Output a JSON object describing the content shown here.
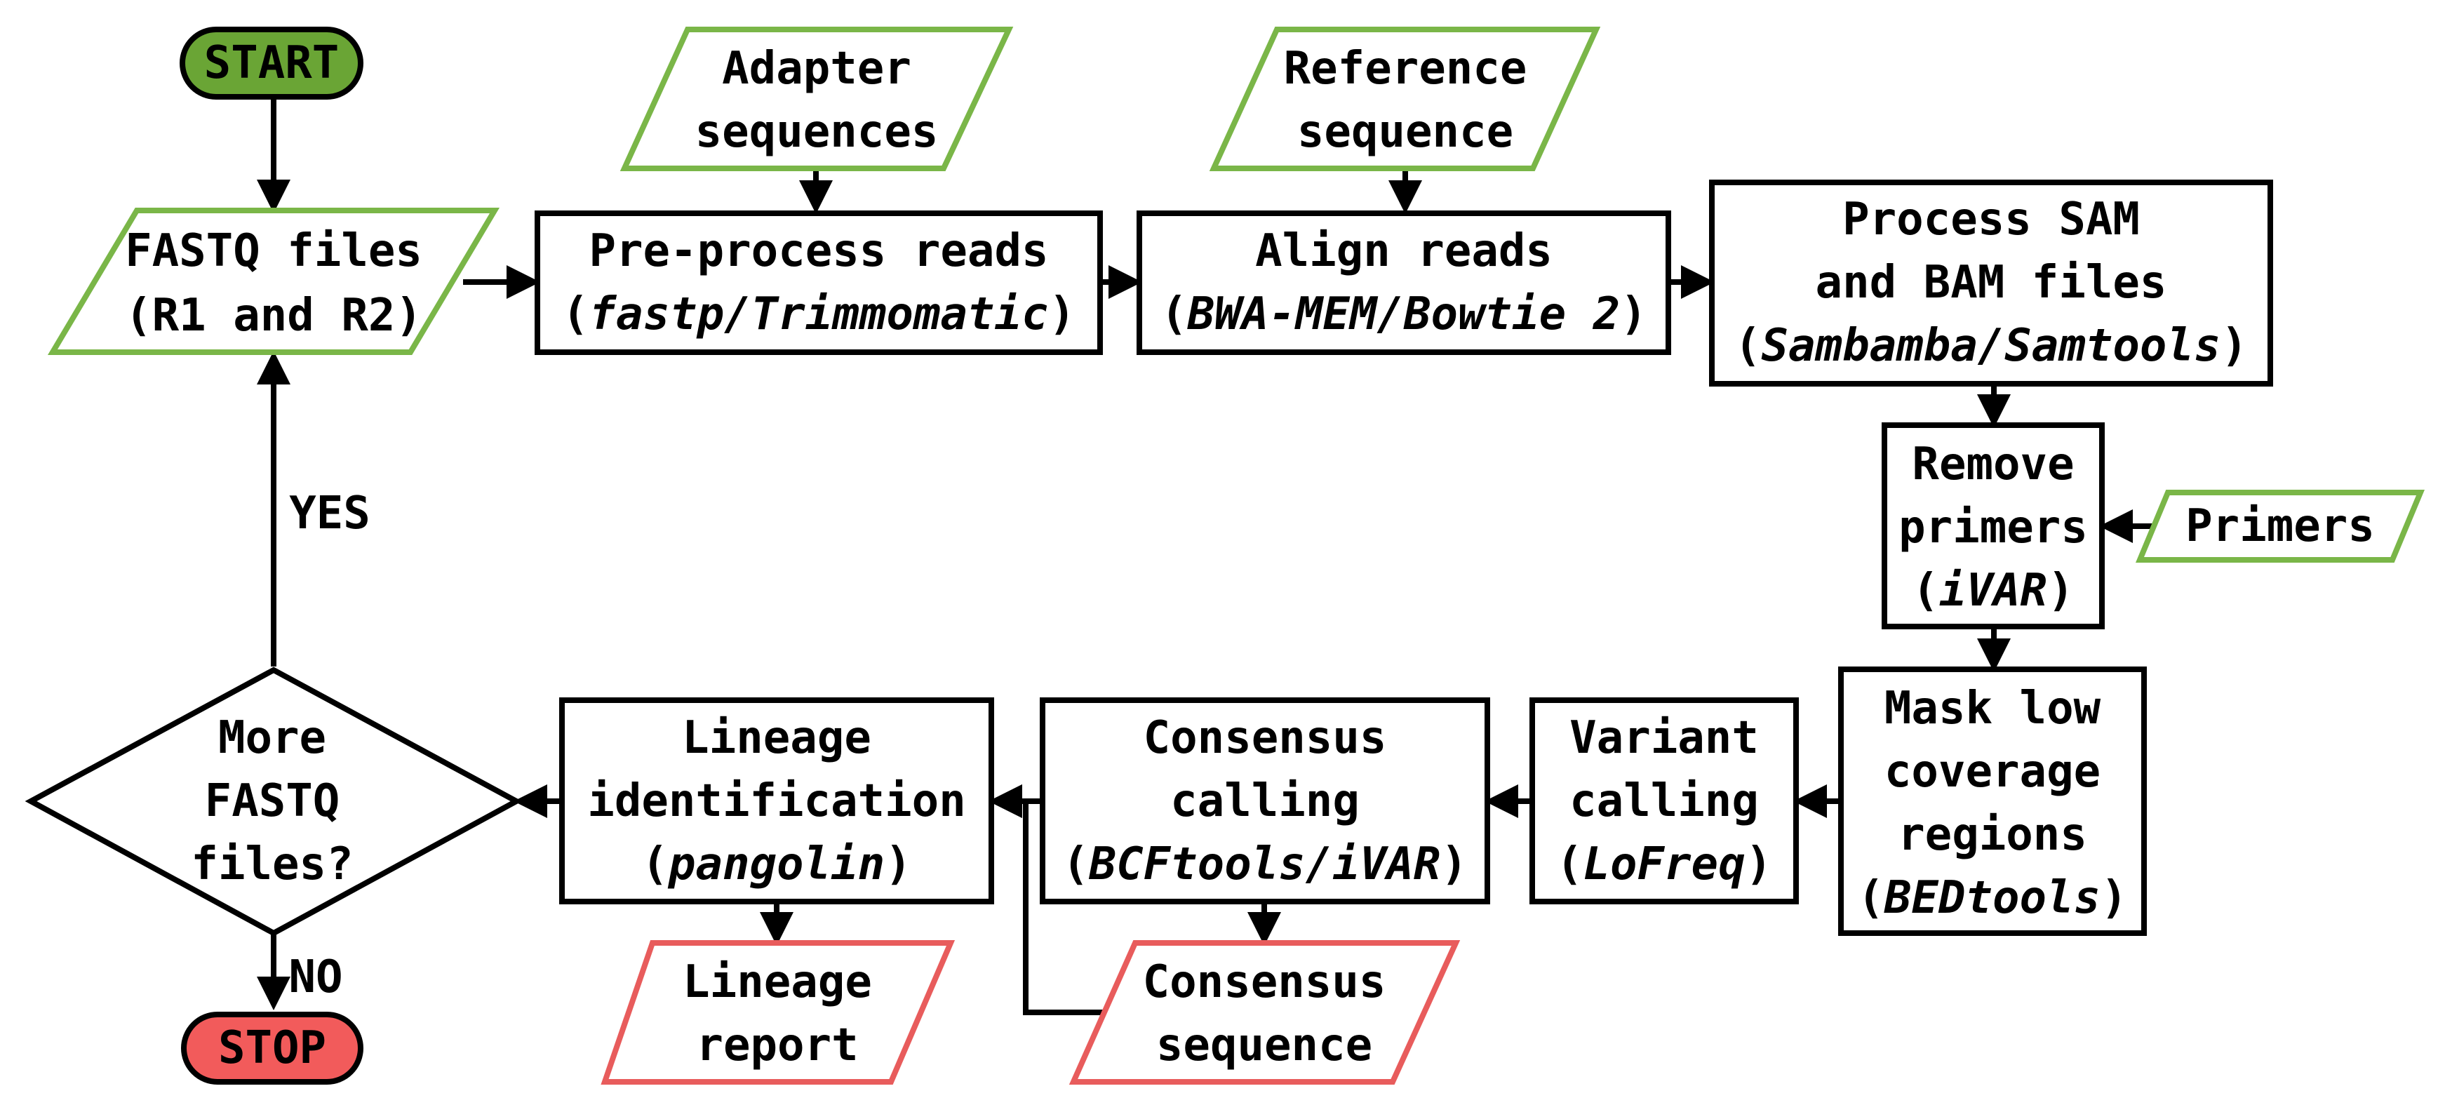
{
  "start_label": "START",
  "stop_label": "STOP",
  "inputs": {
    "fastq": [
      "FASTQ files",
      "(R1 and R2)"
    ],
    "adapter": [
      "Adapter",
      "sequences"
    ],
    "reference": [
      "Reference",
      "sequence"
    ],
    "primers": [
      "Primers"
    ]
  },
  "steps": {
    "preprocess": {
      "line1": "Pre-process reads",
      "tool": "fastp/Trimmomatic"
    },
    "align": {
      "line1": "Align reads",
      "tool": "BWA-MEM/Bowtie 2"
    },
    "process_sam": {
      "line1": "Process SAM",
      "line2": "and BAM files",
      "tool": "Sambamba/Samtools"
    },
    "remove_primers": {
      "line1": "Remove",
      "line2": "primers",
      "tool": "iVAR"
    },
    "mask": {
      "line1": "Mask low",
      "line2": "coverage",
      "line3": "regions",
      "tool": "BEDtools"
    },
    "variant": {
      "line1": "Variant",
      "line2": "calling",
      "tool": "LoFreq"
    },
    "consensus": {
      "line1": "Consensus",
      "line2": "calling",
      "tool": "BCFtools/iVAR"
    },
    "lineage": {
      "line1": "Lineage",
      "line2": "identification",
      "tool": "pangolin"
    }
  },
  "decision": {
    "lines": [
      "More",
      "FASTQ",
      "files?"
    ],
    "yes": "YES",
    "no": "NO"
  },
  "outputs": {
    "lineage_report": [
      "Lineage",
      "report"
    ],
    "consensus_sequence": [
      "Consensus",
      "sequence"
    ]
  },
  "colors": {
    "input_border": "#7ab648",
    "output_border": "#e85c5c",
    "start_fill": "#6aa535",
    "stop_fill": "#f25b5b"
  }
}
